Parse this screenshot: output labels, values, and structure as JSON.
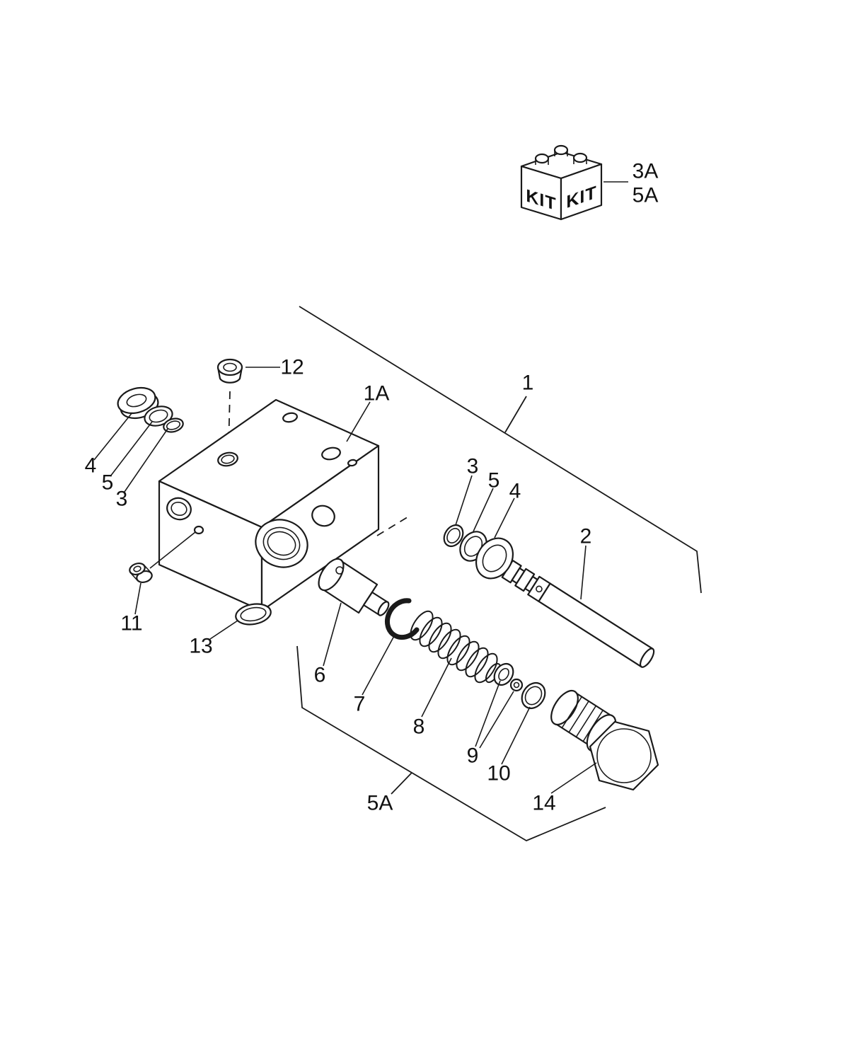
{
  "page": {
    "background": "#ffffff",
    "line_color": "#1a1a1a"
  },
  "diagram": {
    "type": "exploded-parts-diagram",
    "subject": "hydraulic-valve-block-assembly",
    "kit_box": {
      "left_face_label": "KIT",
      "right_face_label": "KIT"
    },
    "callouts": {
      "kit_upper": "3A",
      "kit_lower": "5A",
      "plug_12": "12",
      "block_1a": "1A",
      "assembly_1": "1",
      "seal_4_left": "4",
      "washer_5_left": "5",
      "oring_3_left": "3",
      "oring_3_right": "3",
      "washer_5_right": "5",
      "seal_4_right": "4",
      "spool_2": "2",
      "plug_11": "11",
      "oring_13": "13",
      "seat_6": "6",
      "snapring_7": "7",
      "spring_8": "8",
      "poppet_9": "9",
      "oring_10": "10",
      "group_5a": "5A",
      "hexplug_14": "14"
    }
  }
}
